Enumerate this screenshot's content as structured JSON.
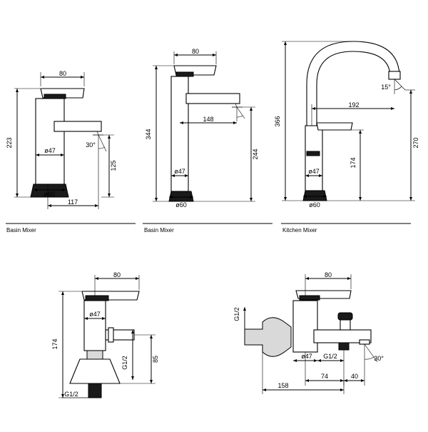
{
  "captions": [
    "Basin Mixer",
    "Basin Mixer",
    "Kitchen Mixer"
  ],
  "d1": {
    "w80": "80",
    "h223": "223",
    "d47": "ø47",
    "a30": "30°",
    "h125": "125",
    "d60": "ø60",
    "w117": "117"
  },
  "d2": {
    "w80": "80",
    "h344": "344",
    "w148": "148",
    "d47": "ø47",
    "h244": "244",
    "d60": "ø60"
  },
  "d3": {
    "h366": "366",
    "w192": "192",
    "a15": "15°",
    "h270": "270",
    "h174": "174",
    "d47": "ø47",
    "d60": "ø60"
  },
  "d4": {
    "w80": "80",
    "d47": "ø47",
    "h174": "174",
    "g1": "G1/2",
    "h85": "85",
    "g2": "G1/2"
  },
  "d5": {
    "w80": "80",
    "g1": "G1/2",
    "d47": "ø47",
    "g2": "G1/2",
    "a30": "30°",
    "w74": "74",
    "w40": "40",
    "w158": "158"
  }
}
